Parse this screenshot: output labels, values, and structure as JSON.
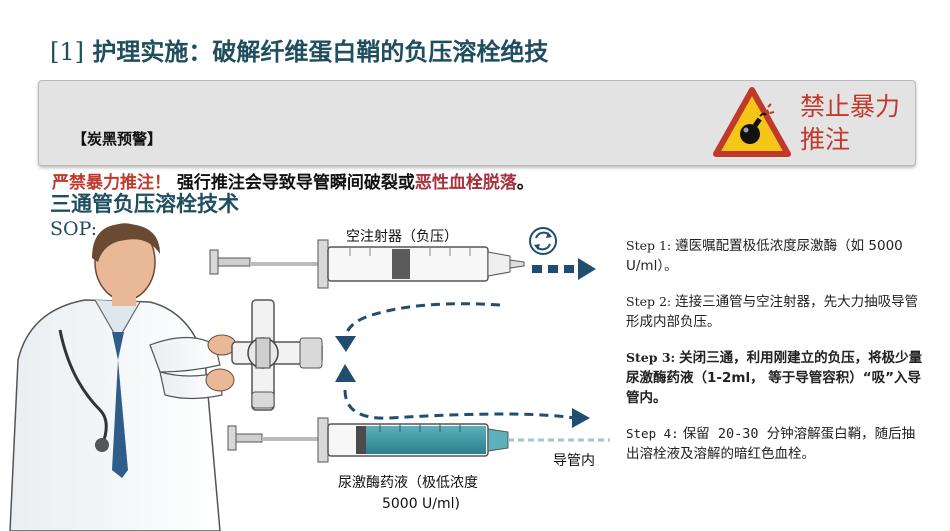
{
  "title": {
    "number": "[1]",
    "text": "护理实施：破解纤维蛋白鞘的负压溶栓绝技"
  },
  "warning": {
    "heading": "【炭黑预警】",
    "emphasis": "严禁暴力推注！",
    "body_start": "强行推注会导致导管瞬间破裂或",
    "body_red": "恶性血栓脱落",
    "body_end": "。",
    "badge": "禁止暴力推注",
    "colors": {
      "badge": "#c0392b",
      "icon_fill": "#f5c518"
    }
  },
  "subtitle": "三通管负压溶栓技术",
  "sop_label": "SOP:",
  "illustration": {
    "syringe_top_label": "空注射器（负压）",
    "syringe_bottom_label_line1": "尿激酶药液（极低浓度",
    "syringe_bottom_label_line2": "5000   U/ml)",
    "catheter_label": "导管内",
    "icons": [
      "doctor-figure",
      "three-way-stopcock",
      "rotate-icon",
      "bomb-warning-icon"
    ]
  },
  "steps": [
    {
      "tag": "Step    1:",
      "text": "遵医嘱配置极低浓度尿激酶（如   5000    U/ml）。"
    },
    {
      "tag": "Step    2:",
      "text": "连接三通管与空注射器，先大力抽吸导管形成内部负压。"
    },
    {
      "tag": "Step    3:",
      "text": "关闭三通，利用刚建立的负压，将极少量尿激酶药液（1-2ml，  等于导管容积）“吸”入导管内。"
    },
    {
      "tag": "Step  4:",
      "text": "保留 20-30 分钟溶解蛋白鞘，随后抽出溶栓液及溶解的暗红色血栓。"
    }
  ]
}
